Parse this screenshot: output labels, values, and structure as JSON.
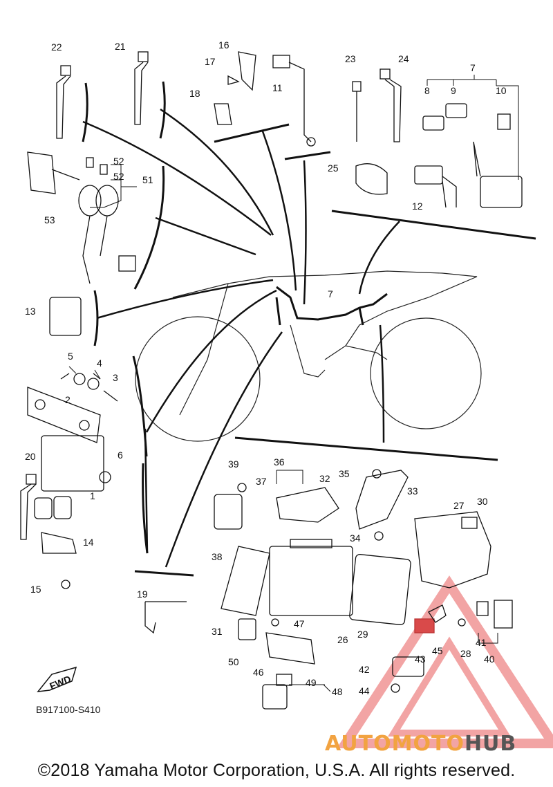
{
  "callouts": [
    "1",
    "2",
    "3",
    "4",
    "5",
    "6",
    "7",
    "8",
    "9",
    "10",
    "11",
    "12",
    "13",
    "14",
    "15",
    "16",
    "17",
    "18",
    "19",
    "20",
    "21",
    "22",
    "23",
    "24",
    "25",
    "26",
    "27",
    "28",
    "29",
    "30",
    "31",
    "32",
    "33",
    "34",
    "35",
    "36",
    "37",
    "38",
    "39",
    "40",
    "41",
    "42",
    "43",
    "44",
    "45",
    "46",
    "47",
    "48",
    "49",
    "50",
    "51",
    "52",
    "53"
  ],
  "fwd_label": "FWD",
  "diagram_ref": "B917100-S410",
  "copyright": "©2018 Yamaha Motor Corporation, U.S.A. All rights reserved.",
  "watermark": {
    "part1": "AUTOMOTO",
    "part2": "HUB"
  },
  "colors": {
    "line": "#111111",
    "watermark_orange": "#f2a341",
    "watermark_gray": "#555555",
    "watermark_triangle": "#e85a5a",
    "highlight_red": "#d94a4a"
  }
}
